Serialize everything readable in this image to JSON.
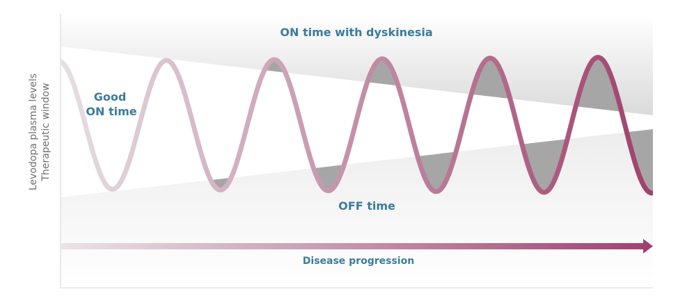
{
  "labels": {
    "on_dyskinesia": "ON time with dyskinesia",
    "good_on_line1": "Good",
    "good_on_line2": "ON time",
    "off_time": "OFF time",
    "progression": "Disease progression",
    "y_axis_line1": "Levodopa plasma levels",
    "y_axis_line2": "Therapeutic window"
  },
  "colors": {
    "label_text": "#3b7c9c",
    "wave_start": "#e6dfe3",
    "wave_end": "#a0406c",
    "window_white": "#ffffff",
    "zone_grey": "#e6e6e6",
    "overlap_grey": "#a6a6a6"
  }
}
